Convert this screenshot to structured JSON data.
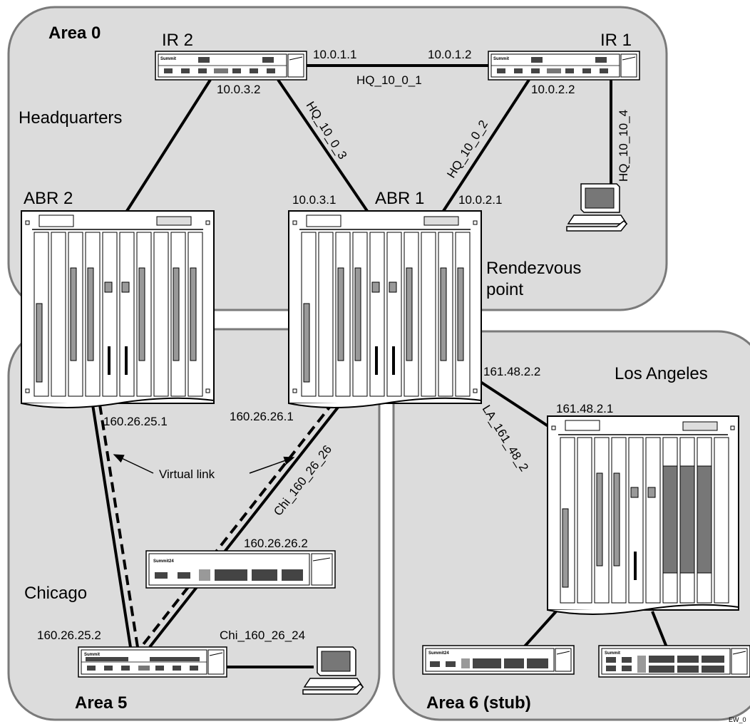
{
  "areas": {
    "area0": "Area 0",
    "area5": "Area 5",
    "area6": "Area 6 (stub)"
  },
  "locations": {
    "headquarters": "Headquarters",
    "chicago": "Chicago",
    "los_angeles": "Los Angeles",
    "rendezvous_line1": "Rendezvous",
    "rendezvous_line2": "point"
  },
  "routers": {
    "ir2": "IR 2",
    "ir1": "IR 1",
    "abr2": "ABR 2",
    "abr1": "ABR 1"
  },
  "addresses": {
    "ir2_east": "10.0.1.1",
    "ir1_west": "10.0.1.2",
    "ir2_south": "10.0.3.2",
    "ir1_south": "10.0.2.2",
    "abr1_west": "10.0.3.1",
    "abr1_east": "10.0.2.1",
    "abr1_la": "161.48.2.2",
    "la_router": "161.48.2.1",
    "abr2_chi": "160.26.25.1",
    "abr1_chi": "160.26.26.1",
    "chi_switch": "160.26.26.2",
    "chi_router": "160.26.25.2"
  },
  "links": {
    "hq_10_0_1": "HQ_10_0_1",
    "hq_10_0_2": "HQ_10_0_2",
    "hq_10_0_3": "HQ_10_0_3",
    "hq_10_10_4": "HQ_10_10_4",
    "la_161_48_2": "LA_161_48_2",
    "chi_160_26_26": "Chi_160_26_26",
    "chi_160_26_24": "Chi_160_26_24",
    "virtual_link": "Virtual link"
  },
  "brands": {
    "summit": "Summit",
    "summit24": "Summit24"
  },
  "figure_id": "EW_0"
}
